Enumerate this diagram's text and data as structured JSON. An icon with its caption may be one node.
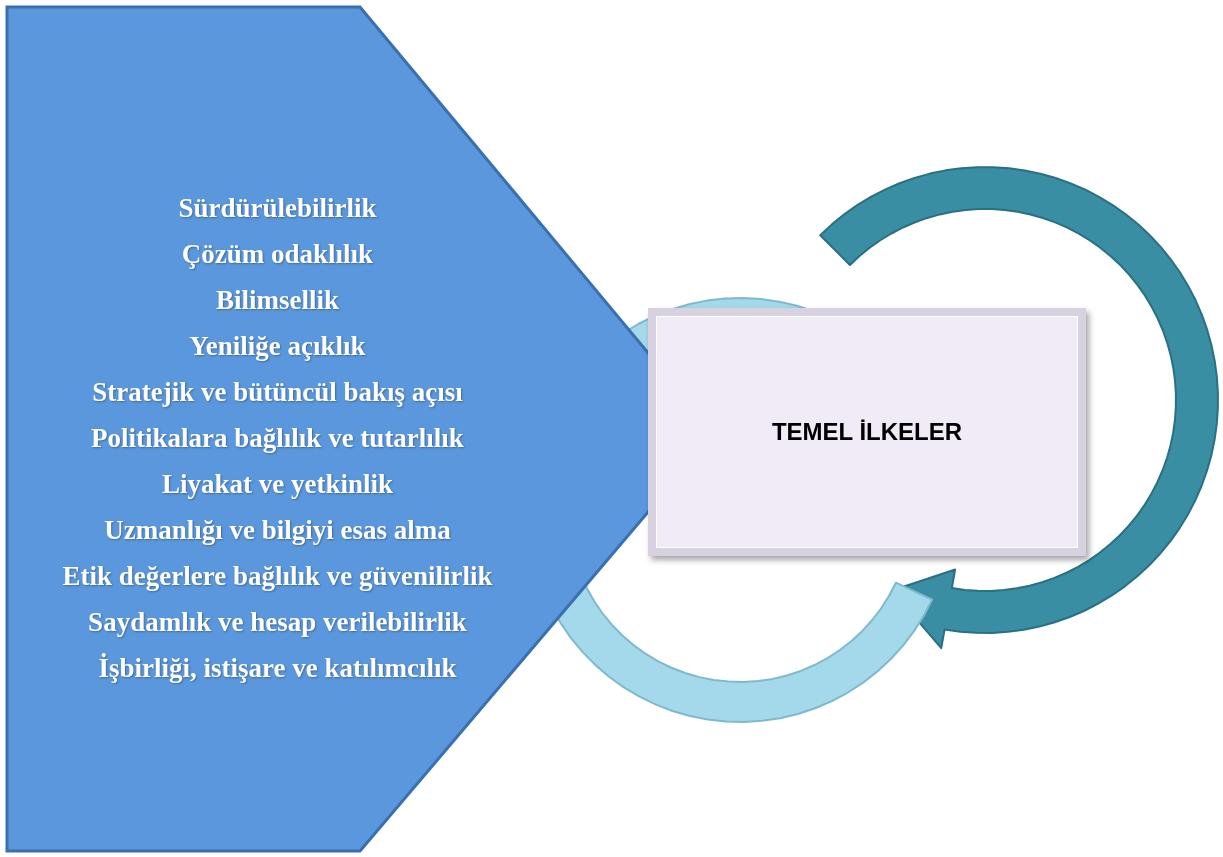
{
  "diagram": {
    "nodes": [
      {
        "text": [
          "Sürdürülebilirlik",
          "Çözüm odaklılık",
          "Bilimsellik",
          "Yeniliğe açıklık",
          "Stratejik ve bütüncül bakış açısı",
          "Politikalara bağlılık ve tutarlılık",
          "Liyakat ve yetkinlik",
          "Uzmanlığı ve bilgiyi esas alma",
          "Etik değerlere bağlılık ve güvenilirlik",
          "Saydamlık ve hesap verilebilirlik",
          "İşbirliği, istişare ve katılımcılık"
        ]
      },
      {
        "text": [
          "TEMEL İLKELER"
        ]
      }
    ]
  }
}
